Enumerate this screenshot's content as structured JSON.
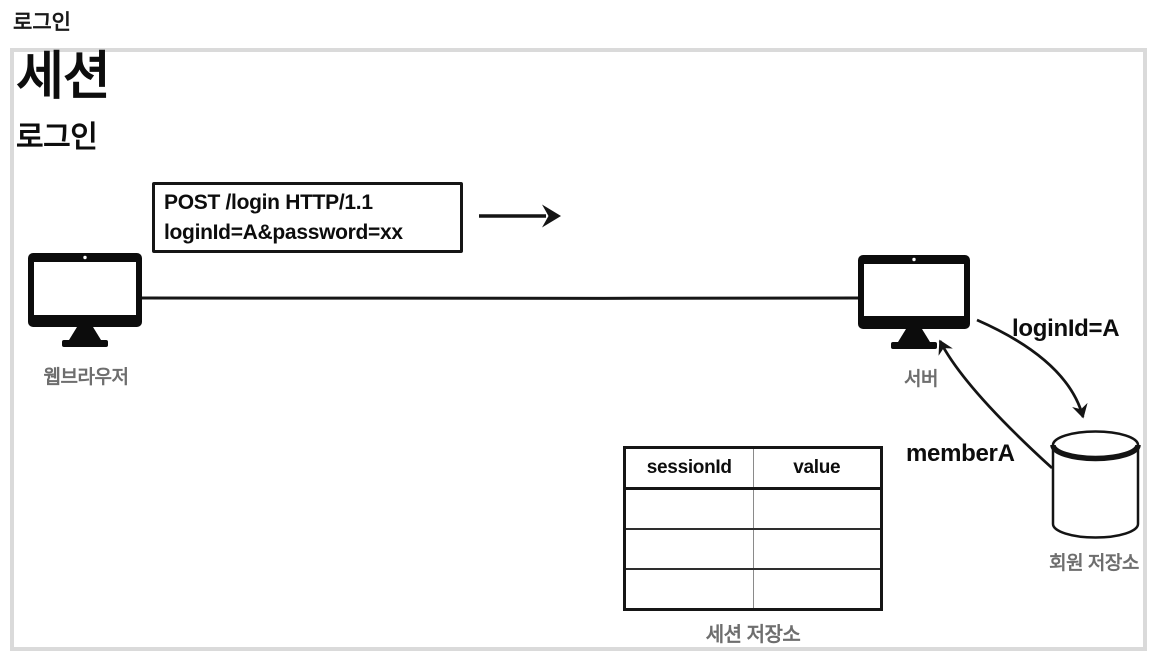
{
  "page": {
    "breadcrumb_label": "로그인"
  },
  "panel": {
    "title": "세션",
    "subtitle": "로그인"
  },
  "request_box": {
    "method": "POST ",
    "path": "/login",
    "protocol": " HTTP/1.1",
    "body": "loginId=A&password=xx"
  },
  "nodes": {
    "browser": {
      "label": "웹브라우저",
      "icon": "computer-monitor-icon"
    },
    "server": {
      "label": "서버",
      "icon": "computer-monitor-icon"
    },
    "member_store": {
      "label": "회원 저장소",
      "icon": "database-cylinder-icon"
    },
    "session_store": {
      "label": "세션 저장소"
    }
  },
  "flows": {
    "request_arrow_icon": "right-arrow-icon",
    "to_store_label": "loginId=A",
    "from_store_label": "memberA"
  },
  "session_table": {
    "headers": [
      "sessionId",
      "value"
    ],
    "rows": [
      [
        "",
        ""
      ],
      [
        "",
        ""
      ],
      [
        "",
        ""
      ]
    ]
  },
  "colors": {
    "ink": "#111111",
    "muted_label": "#6e6e6e",
    "panel_border": "#dadada",
    "background": "#ffffff"
  }
}
